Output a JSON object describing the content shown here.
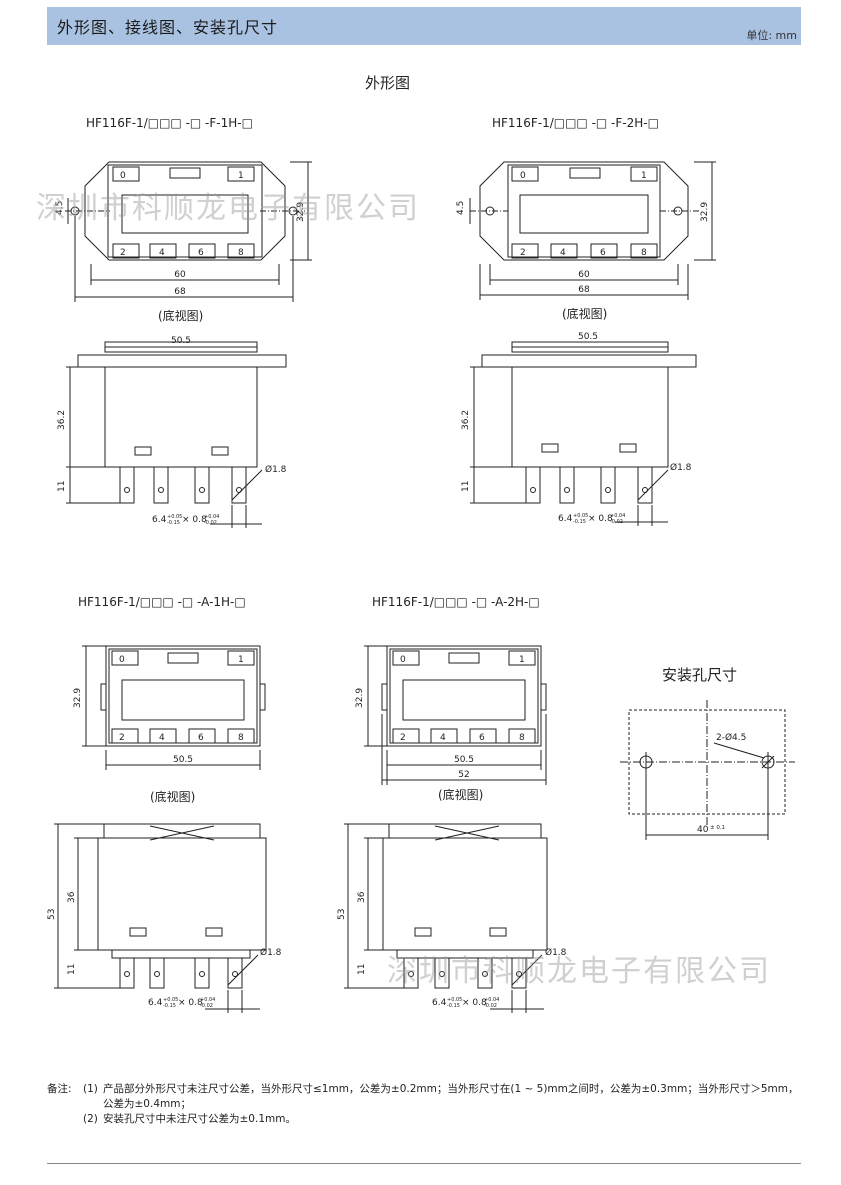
{
  "header": {
    "title": "外形图、接线图、安装孔尺寸",
    "unit": "单位: mm"
  },
  "section_outline": "外形图",
  "section_mount": "安装孔尺寸",
  "models": {
    "f1h": "HF116F-1/□□□ -□ -F-1H-□",
    "f2h": "HF116F-1/□□□ -□ -F-2H-□",
    "a1h": "HF116F-1/□□□ -□ -A-1H-□",
    "a2h": "HF116F-1/□□□ -□ -A-2H-□"
  },
  "bottom_view": "(底视图)",
  "pins": [
    "0",
    "1",
    "2",
    "4",
    "6",
    "8"
  ],
  "dims": {
    "d45": "4.5",
    "d329": "32.9",
    "d60": "60",
    "d68": "68",
    "d505": "50.5",
    "d362": "36.2",
    "d11": "11",
    "d18": "Ø1.8",
    "d53": "53",
    "d36": "36",
    "d52": "52",
    "d2_45": "2-Ø4.5",
    "tol_left": "6.4",
    "tol_left_sup": "+0.05",
    "tol_left_sub": "-0.15",
    "tol_right": "× 0.8",
    "tol_right_sup": "+0.04",
    "tol_right_sub": "-0.02",
    "d40": "40",
    "d40_tol": "± 0.1"
  },
  "watermark": "深圳市科顺龙电子有限公司",
  "notes": {
    "label": "备注:",
    "n1_num": "(1)",
    "n1_text": "产品部分外形尺寸未注尺寸公差，当外形尺寸≤1mm，公差为±0.2mm；当外形尺寸在(1 ~ 5)mm之间时，公差为±0.3mm；当外形尺寸＞5mm，公差为±0.4mm；",
    "n2_num": "(2)",
    "n2_text": "安装孔尺寸中未注尺寸公差为±0.1mm。"
  }
}
